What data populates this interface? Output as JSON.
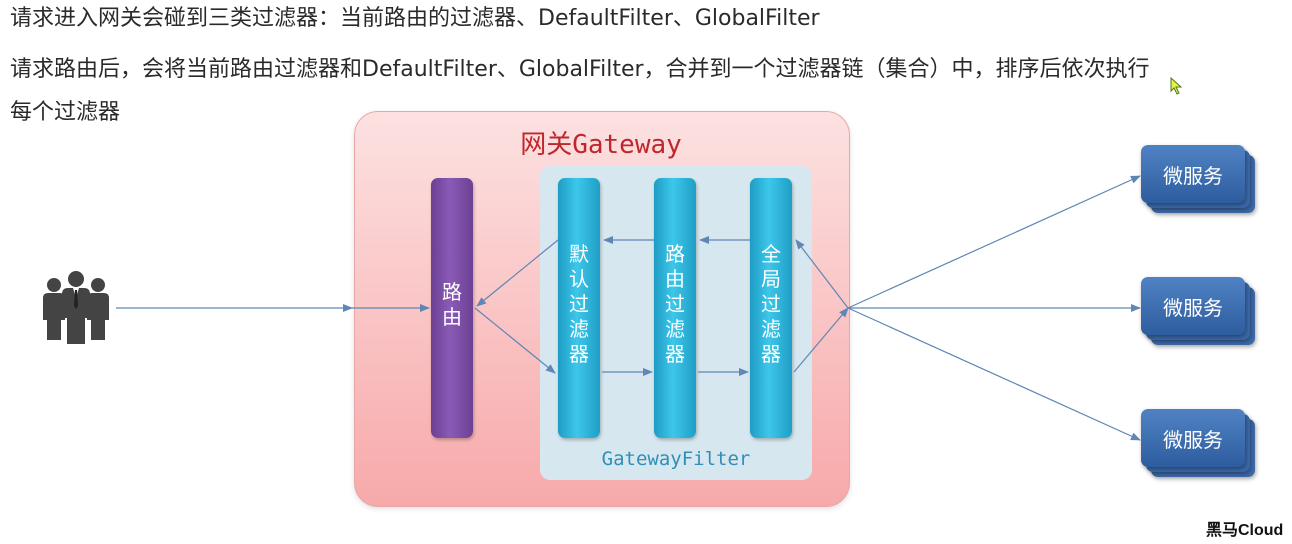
{
  "text": {
    "line1": "请求进入网关会碰到三类过滤器：当前路由的过滤器、DefaultFilter、GlobalFilter",
    "line2": "请求路由后，会将当前路由过滤器和DefaultFilter、GlobalFilter，合并到一个过滤器链（集合）中，排序后依次执行",
    "line3": "每个过滤器"
  },
  "diagram": {
    "gateway_title": "网关Gateway",
    "filter_group_label": "GatewayFilter",
    "route_pillar": "路\n由",
    "default_filter_pillar": "默\n认\n过\n滤\n器",
    "route_filter_pillar": "路\n由\n过\n滤\n器",
    "global_filter_pillar": "全\n局\n过\n滤\n器",
    "services": [
      "微服务",
      "微服务",
      "微服务"
    ]
  },
  "icons": {
    "users": "users-group-icon",
    "cursor": "mouse-cursor-icon"
  },
  "colors": {
    "gateway_fill": "#f7a9aa",
    "gateway_title": "#c0262c",
    "filter_group_fill": "#d6e7ef",
    "route_pillar": "#7b4aa6",
    "filter_pillar": "#33bde3",
    "service_card": "#3a6db0",
    "arrow": "#5f86b5"
  },
  "watermark": "黑马Cloud"
}
